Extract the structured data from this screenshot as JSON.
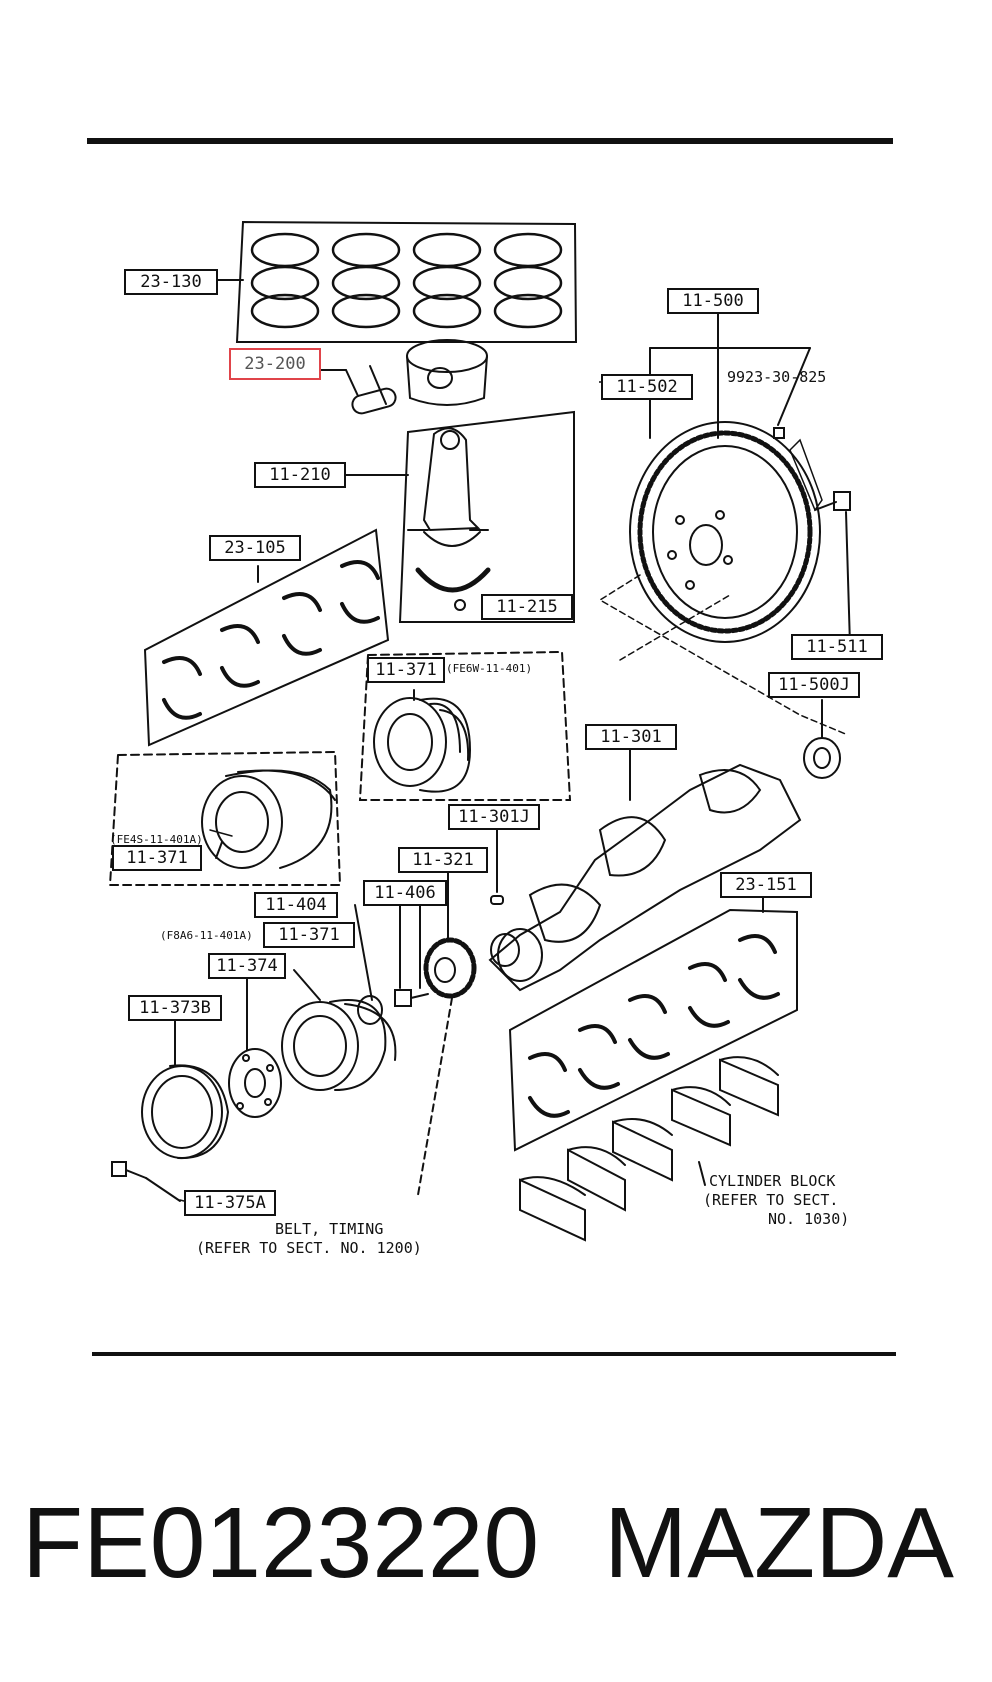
{
  "diagram": {
    "part_labels": [
      {
        "id": "23-130",
        "text": "23-130"
      },
      {
        "id": "23-200",
        "text": "23-200",
        "highlighted": true
      },
      {
        "id": "11-500",
        "text": "11-500"
      },
      {
        "id": "11-502",
        "text": "11-502"
      },
      {
        "id": "11-210",
        "text": "11-210"
      },
      {
        "id": "23-105",
        "text": "23-105"
      },
      {
        "id": "11-215",
        "text": "11-215"
      },
      {
        "id": "11-371a",
        "text": "11-371"
      },
      {
        "id": "11-511",
        "text": "11-511"
      },
      {
        "id": "11-500J",
        "text": "11-500J"
      },
      {
        "id": "11-301",
        "text": "11-301"
      },
      {
        "id": "11-301J",
        "text": "11-301J"
      },
      {
        "id": "11-371b",
        "text": "11-371"
      },
      {
        "id": "11-321",
        "text": "11-321"
      },
      {
        "id": "11-406",
        "text": "11-406"
      },
      {
        "id": "11-404",
        "text": "11-404"
      },
      {
        "id": "23-151",
        "text": "23-151"
      },
      {
        "id": "11-371c",
        "text": "11-371"
      },
      {
        "id": "11-374",
        "text": "11-374"
      },
      {
        "id": "11-373B",
        "text": "11-373B"
      },
      {
        "id": "11-375A",
        "text": "11-375A"
      }
    ],
    "notes": {
      "bolt_code": "9923-30-825",
      "fe6w": "(FE6W-11-401)",
      "fe4s": "(FE4S-11-401A)",
      "f8a6": "(F8A6-11-401A)",
      "cylinder_block_1": "CYLINDER BLOCK",
      "cylinder_block_2": "(REFER TO SECT.",
      "cylinder_block_3": "NO. 1030)",
      "belt_timing_1": "BELT, TIMING",
      "belt_timing_2": "(REFER TO SECT. NO. 1200)"
    },
    "highlight_color": "#e0444a"
  },
  "footer": {
    "part_number": "FE0123220",
    "brand": "MAZDA"
  }
}
